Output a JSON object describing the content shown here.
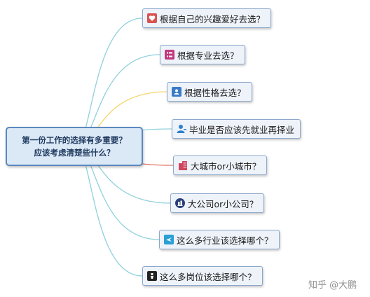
{
  "root": {
    "line1": "第一份工作的选择有多重要？",
    "line2": "应该考虑清楚些什么？"
  },
  "branches": [
    {
      "label": "根据自己的兴趣爱好去选？",
      "icon": "heart-icon",
      "color": "#d9534f",
      "line": "#8fd0dc"
    },
    {
      "label": "根据专业去选？",
      "icon": "list-icon",
      "color": "#c0397e",
      "line": "#8fd0dc"
    },
    {
      "label": "根据性格去选？",
      "icon": "person-card-icon",
      "color": "#3a7bc8",
      "line": "#f2d56b"
    },
    {
      "label": "毕业是否应该先就业再择业",
      "icon": "user-icon",
      "color": "#2f7fd0",
      "line": "#8fd0dc"
    },
    {
      "label": "大城市or小城市？",
      "icon": "building-icon",
      "color": "#d0455e",
      "line": "#e07a6a"
    },
    {
      "label": "大公司or小公司？",
      "icon": "company-icon",
      "color": "#2a3f7a",
      "line": "#8fd0dc"
    },
    {
      "label": "这么多行业该选择哪个？",
      "icon": "airplane-icon",
      "color": "#2a9fd6",
      "line": "#8fd0dc"
    },
    {
      "label": "这么多岗位该选择哪个？",
      "icon": "badge-icon",
      "color": "#222222",
      "line": "#8fd0dc"
    }
  ],
  "watermark": "知乎 @大鹏"
}
